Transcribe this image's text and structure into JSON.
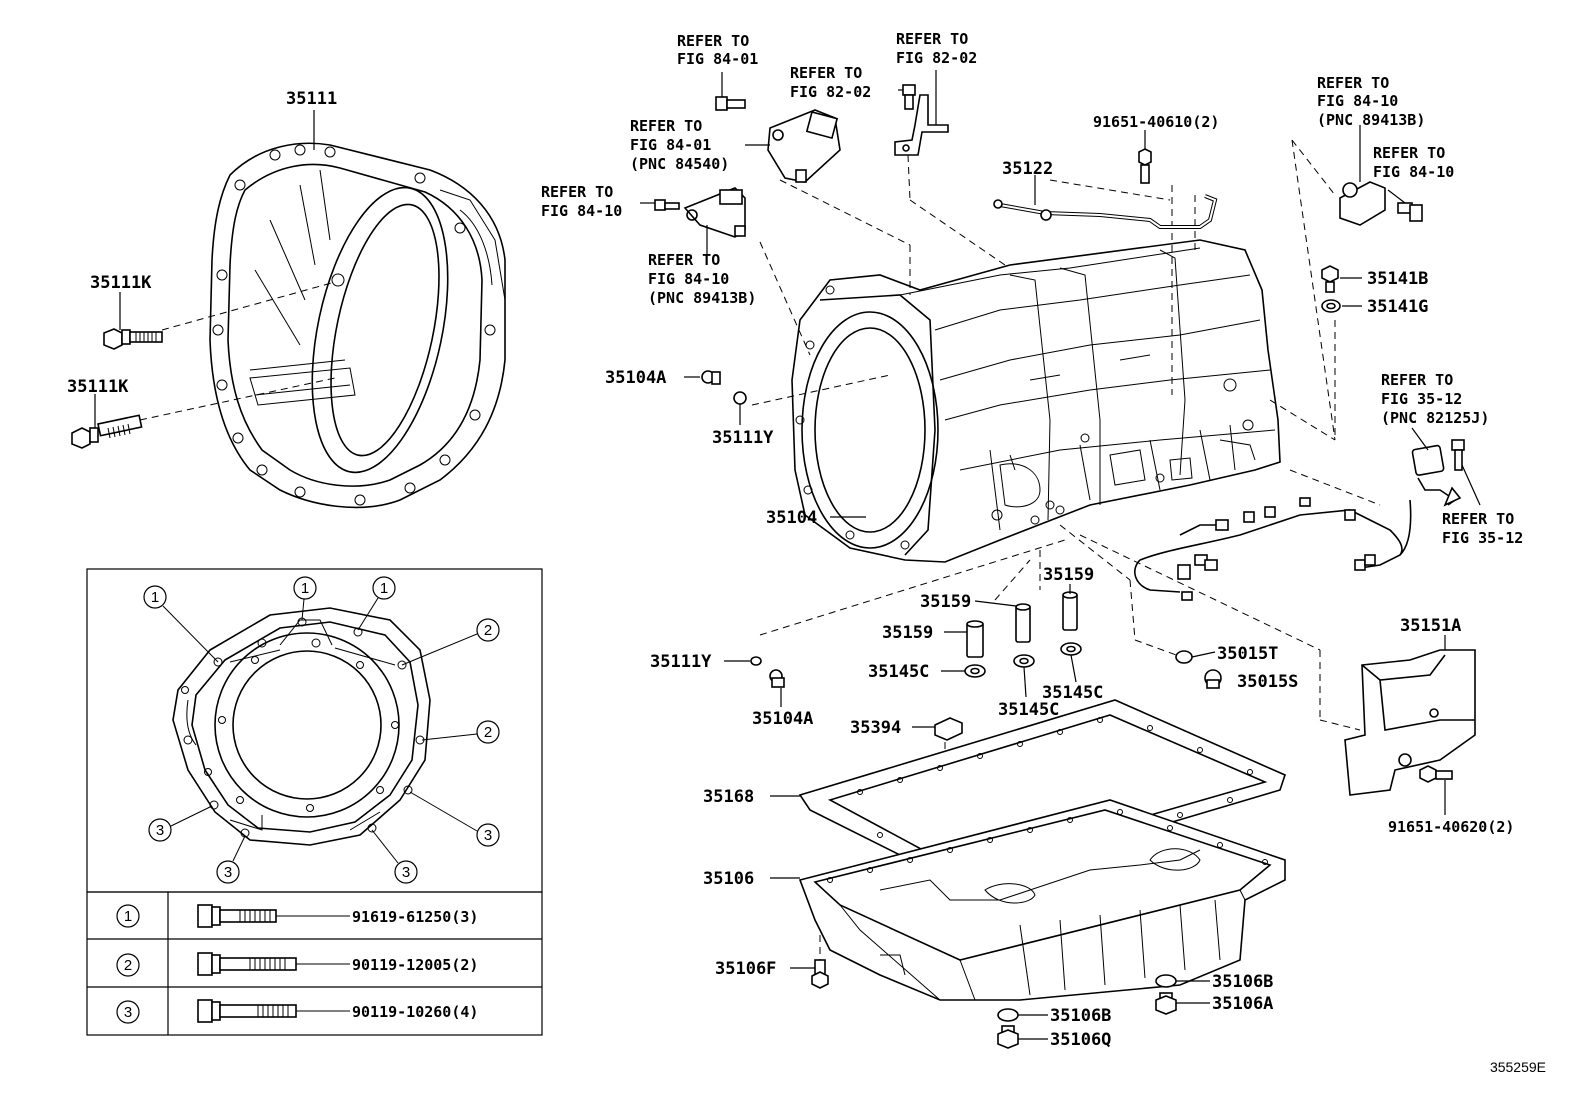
{
  "labels": {
    "p35111": "35111",
    "p35111K_a": "35111K",
    "p35111K_b": "35111K",
    "p35104A_a": "35104A",
    "p35111Y_a": "35111Y",
    "p35104": "35104",
    "p35122": "35122",
    "p91651_40610": "91651-40610(2)",
    "p35141B": "35141B",
    "p35141G": "35141G",
    "p35159_a": "35159",
    "p35159_b": "35159",
    "p35159_c": "35159",
    "p35111Y_b": "35111Y",
    "p35104A_b": "35104A",
    "p35145C_a": "35145C",
    "p35145C_b": "35145C",
    "p35145C_c": "35145C",
    "p35015T": "35015T",
    "p35015S": "35015S",
    "p35394": "35394",
    "p35168": "35168",
    "p35106": "35106",
    "p35106F": "35106F",
    "p35106B_a": "35106B",
    "p35106B_b": "35106B",
    "p35106A": "35106A",
    "p35106Q": "35106Q",
    "p35151A": "35151A",
    "p91651_40620": "91651-40620(2)"
  },
  "references": [
    {
      "id": "ref_84_01_top",
      "lines": [
        "REFER TO",
        "FIG 84-01"
      ]
    },
    {
      "id": "ref_82_02_a",
      "lines": [
        "REFER TO",
        "FIG 82-02"
      ]
    },
    {
      "id": "ref_82_02_b",
      "lines": [
        "REFER TO",
        "FIG 82-02"
      ]
    },
    {
      "id": "ref_84_01_pnc",
      "lines": [
        "REFER TO",
        "FIG 84-01",
        "(PNC 84540)"
      ]
    },
    {
      "id": "ref_84_10_left",
      "lines": [
        "REFER TO",
        "FIG 84-10"
      ]
    },
    {
      "id": "ref_84_10_pnc_left",
      "lines": [
        "REFER TO",
        "FIG 84-10",
        "(PNC 89413B)"
      ]
    },
    {
      "id": "ref_84_10_pnc_right",
      "lines": [
        "REFER TO",
        "FIG 84-10",
        "(PNC 89413B)"
      ]
    },
    {
      "id": "ref_84_10_right",
      "lines": [
        "REFER TO",
        "FIG 84-10"
      ]
    },
    {
      "id": "ref_35_12_pnc",
      "lines": [
        "REFER TO",
        "FIG 35-12",
        "(PNC 82125J)"
      ]
    },
    {
      "id": "ref_35_12",
      "lines": [
        "REFER TO",
        "FIG 35-12"
      ]
    }
  ],
  "bolt_table": {
    "circle_markers": [
      "1",
      "1",
      "1",
      "2",
      "2",
      "3",
      "3",
      "3",
      "3"
    ],
    "rows": [
      {
        "key": "1",
        "part": "91619-61250(3)"
      },
      {
        "key": "2",
        "part": "90119-12005(2)"
      },
      {
        "key": "3",
        "part": "90119-10260(4)"
      }
    ]
  },
  "figure_id": "355259E"
}
